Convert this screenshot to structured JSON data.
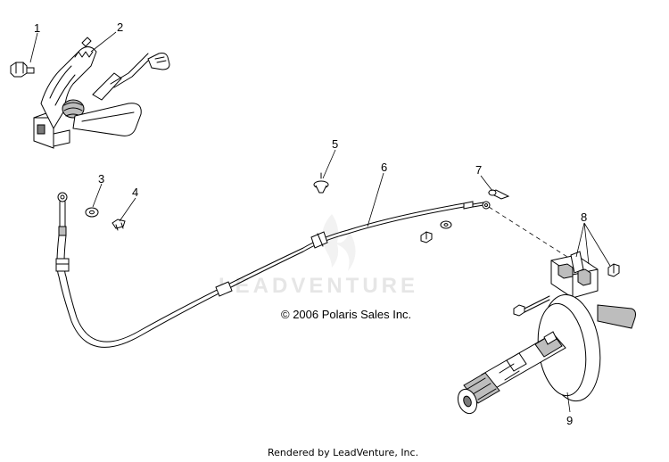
{
  "diagram": {
    "callouts": [
      "1",
      "2",
      "3",
      "4",
      "5",
      "6",
      "7",
      "8",
      "9"
    ],
    "copyright": "© 2006 Polaris Sales Inc.",
    "watermark": "LEADVENTURE",
    "footer": "Rendered by LeadVenture, Inc."
  }
}
